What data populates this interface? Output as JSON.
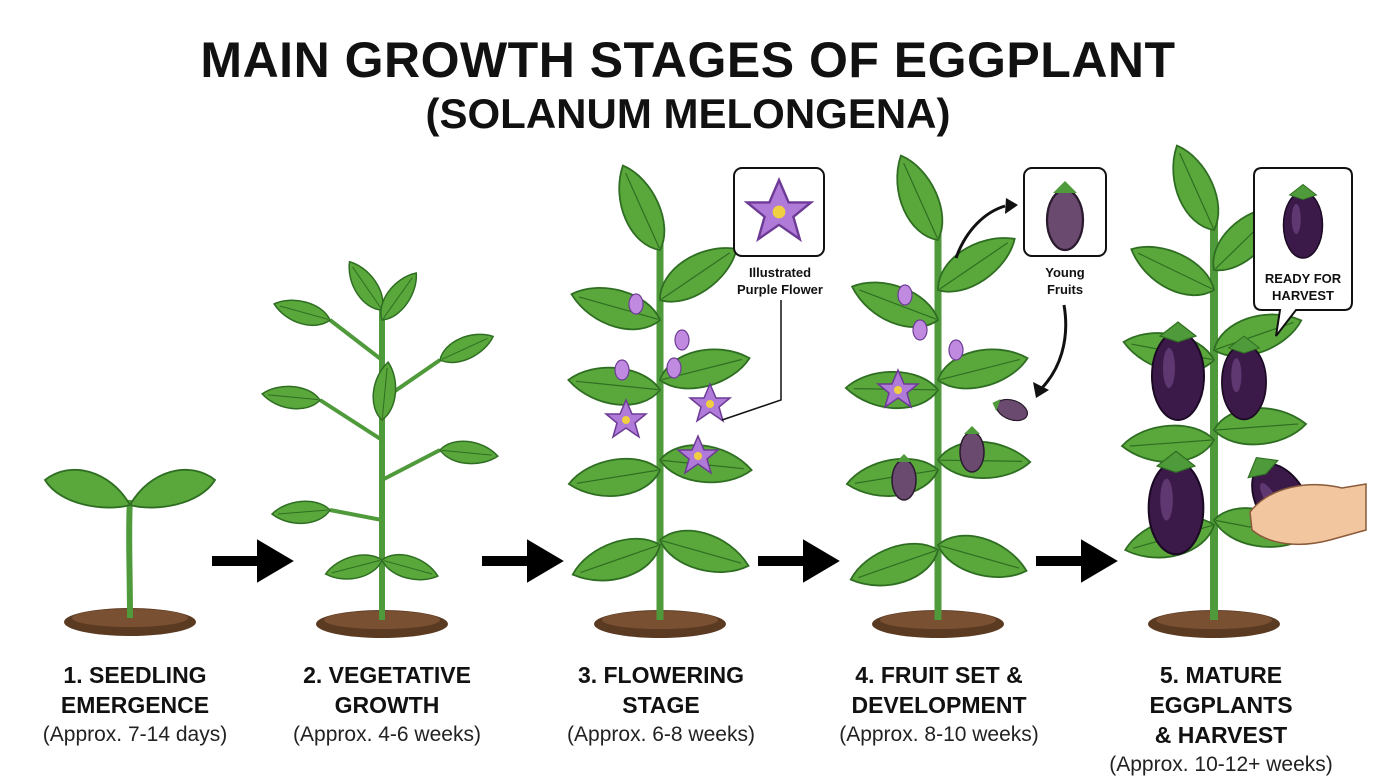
{
  "title": "MAIN GROWTH STAGES OF EGGPLANT",
  "subtitle": "(SOLANUM MELONGENA)",
  "stages": [
    {
      "line1": "1. SEEDLING",
      "line2": "EMERGENCE",
      "duration": "(Approx. 7-14 days)"
    },
    {
      "line1": "2. VEGETATIVE",
      "line2": "GROWTH",
      "duration": "(Approx. 4-6 weeks)"
    },
    {
      "line1": "3. FLOWERING",
      "line2": "STAGE",
      "duration": "(Approx. 6-8 weeks)"
    },
    {
      "line1": "4. FRUIT SET &",
      "line2": "DEVELOPMENT",
      "duration": "(Approx. 8-10 weeks)"
    },
    {
      "line1": "5. MATURE EGGPLANTS",
      "line2": "& HARVEST",
      "duration": "(Approx. 10-12+ weeks)"
    }
  ],
  "callouts": {
    "flower_line1": "Illustrated",
    "flower_line2": "Purple Flower",
    "young_line1": "Young",
    "young_line2": "Fruits",
    "harvest_line1": "READY FOR",
    "harvest_line2": "HARVEST"
  },
  "colors": {
    "leaf": "#5aa83c",
    "stem": "#4f9a3a",
    "soil": "#5b3a22",
    "flower": "#b07ad8",
    "eggplant": "#3b1a4a"
  }
}
